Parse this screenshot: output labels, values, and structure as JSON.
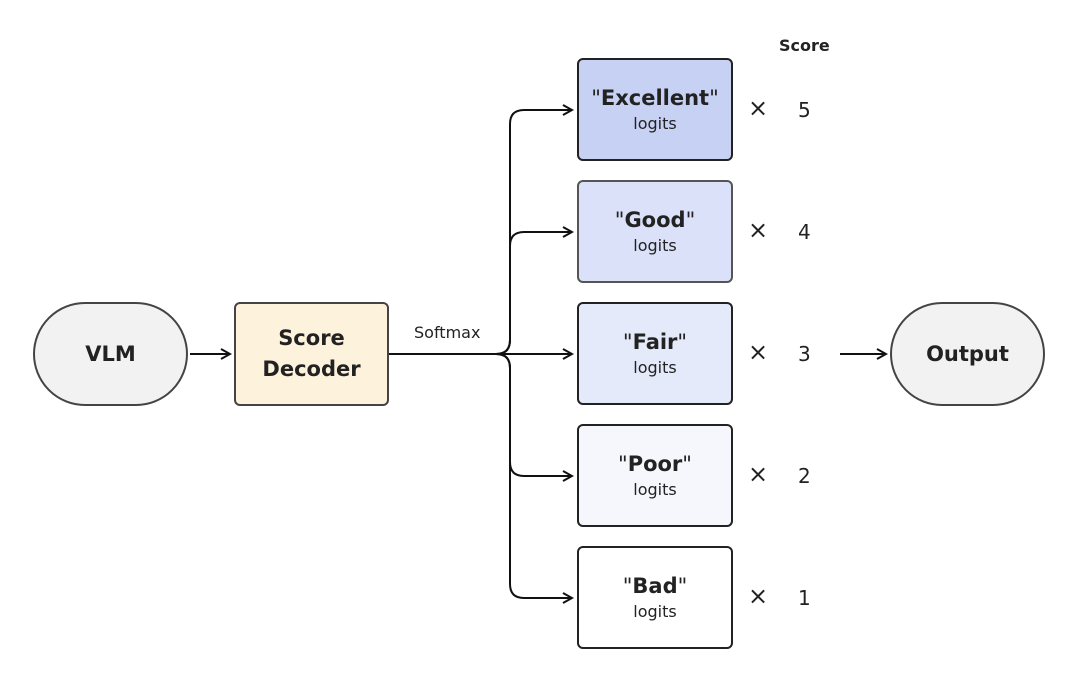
{
  "nodes": {
    "vlm": "VLM",
    "decoder_line1": "Score",
    "decoder_line2": "Decoder",
    "output": "Output"
  },
  "softmax_label": "Softmax",
  "score_header": "Score",
  "multiply_symbol": "×",
  "quote_mark": "\"",
  "ratings": [
    {
      "word": "Excellent",
      "sub": "logits",
      "score": "5",
      "fill": "#c7d1f3"
    },
    {
      "word": "Good",
      "sub": "logits",
      "score": "4",
      "fill": "#dae1f8"
    },
    {
      "word": "Fair",
      "sub": "logits",
      "score": "3",
      "fill": "#e5eafa"
    },
    {
      "word": "Poor",
      "sub": "logits",
      "score": "2",
      "fill": "#f5f7fd"
    },
    {
      "word": "Bad",
      "sub": "logits",
      "score": "1",
      "fill": "#ffffff"
    }
  ],
  "colors": {
    "line": "#111111",
    "decoder_fill": "#fdf3dc",
    "pill_fill": "#f2f2f2"
  }
}
